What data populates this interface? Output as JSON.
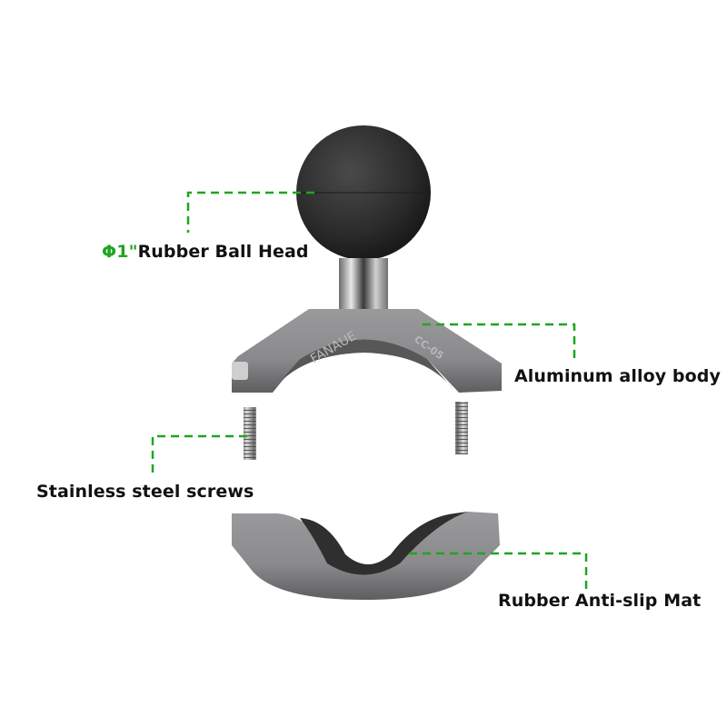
{
  "product": {
    "brand": "FANAUE",
    "model": "CC-05"
  },
  "callouts": [
    {
      "id": "ball-head",
      "prefix": "Φ1\"",
      "text": "Rubber Ball Head"
    },
    {
      "id": "body",
      "prefix": "",
      "text": "Aluminum alloy body"
    },
    {
      "id": "screws",
      "prefix": "",
      "text": "Stainless steel screws"
    },
    {
      "id": "mat",
      "prefix": "",
      "text": "Rubber Anti-slip Mat"
    }
  ],
  "colors": {
    "accent": "#1fa51f",
    "text": "#111111",
    "metal": "#8a8a8c",
    "rubber": "#2a2a2a",
    "background": "#ffffff"
  }
}
